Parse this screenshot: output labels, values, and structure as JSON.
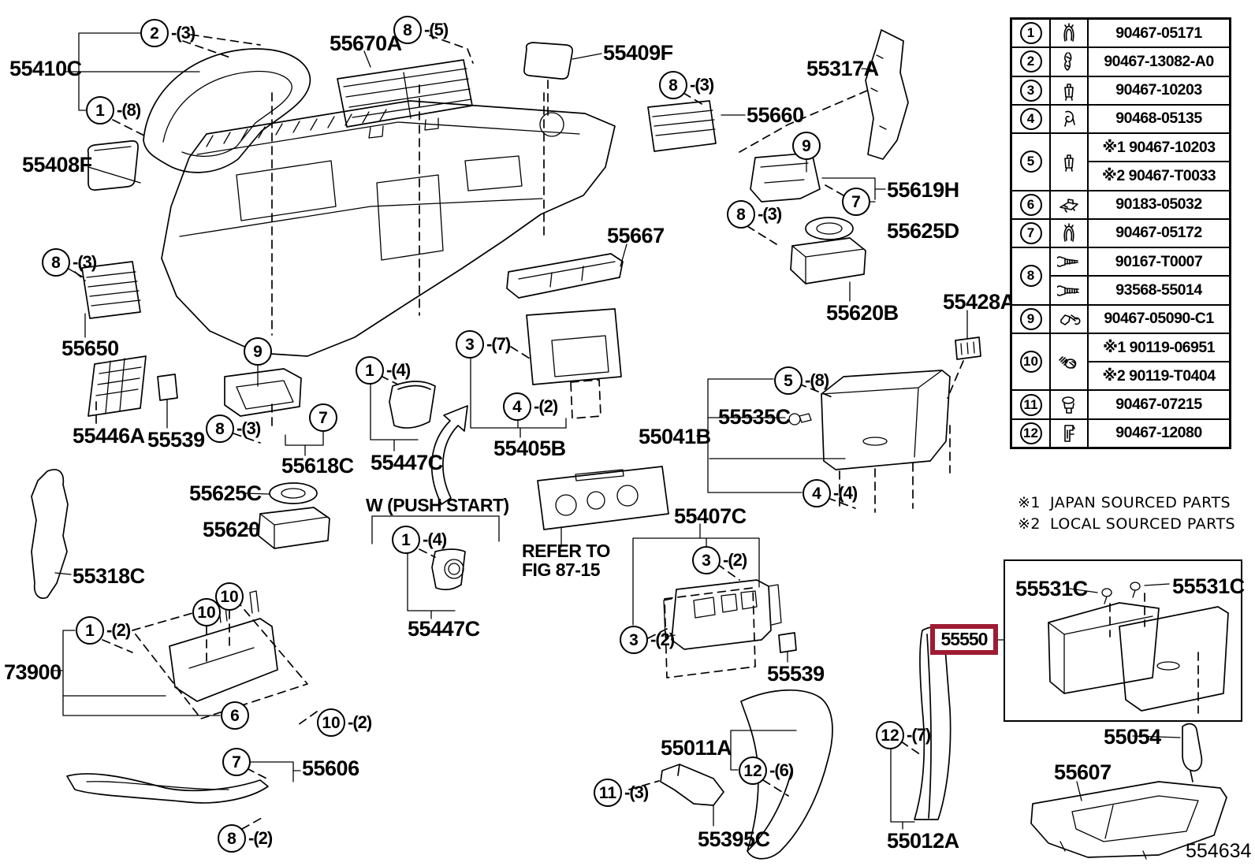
{
  "labels": {
    "l55410c": "55410C",
    "l55408f": "55408F",
    "l55670a": "55670A",
    "l55409f": "55409F",
    "l55660": "55660",
    "l55317a": "55317A",
    "l55619h": "55619H",
    "l55625d": "55625D",
    "l55620b": "55620B",
    "l55428a": "55428A",
    "l55650": "55650",
    "l55446a": "55446A",
    "l55539a": "55539",
    "l55618c": "55618C",
    "l55447ca": "55447C",
    "l55405b": "55405B",
    "l55667": "55667",
    "l55625c": "55625C",
    "l55620": "55620",
    "l55318c": "55318C",
    "lwpush": "W (PUSH START)",
    "l55447cb": "55447C",
    "lrefer1": "REFER TO",
    "lrefer2": "FIG 87-15",
    "l55535c": "55535C",
    "l55041b": "55041B",
    "l55407c": "55407C",
    "l55539b": "55539",
    "l73900": "73900",
    "l55606": "55606",
    "l55395c": "55395C",
    "l55011a": "55011A",
    "l55012a": "55012A",
    "l55531cl": "55531C",
    "l55531cr": "55531C",
    "l55054": "55054",
    "l55607": "55607",
    "l554634": "554634"
  },
  "highlight": {
    "part": "55550",
    "color": "#9e1b32"
  },
  "notes": {
    "n1_prefix": "※1",
    "n1_text": "JAPAN SOURCED PARTS",
    "n2_prefix": "※2",
    "n2_text": "LOCAL SOURCED PARTS"
  },
  "callouts": [
    {
      "num": "2",
      "qty": "-(3)"
    },
    {
      "num": "1",
      "qty": "-(8)"
    },
    {
      "num": "8",
      "qty": "-(5)"
    },
    {
      "num": "8",
      "qty": "-(3)"
    },
    {
      "num": "9",
      "qty": ""
    },
    {
      "num": "7",
      "qty": ""
    },
    {
      "num": "8",
      "qty": "-(3)"
    },
    {
      "num": "8",
      "qty": "-(3)"
    },
    {
      "num": "9",
      "qty": ""
    },
    {
      "num": "8",
      "qty": "-(3)"
    },
    {
      "num": "7",
      "qty": ""
    },
    {
      "num": "1",
      "qty": "-(4)"
    },
    {
      "num": "3",
      "qty": "-(7)"
    },
    {
      "num": "4",
      "qty": "-(2)"
    },
    {
      "num": "1",
      "qty": "-(4)"
    },
    {
      "num": "5",
      "qty": "-(8)"
    },
    {
      "num": "4",
      "qty": "-(4)"
    },
    {
      "num": "3",
      "qty": "-(2)"
    },
    {
      "num": "3",
      "qty": "-(2)"
    },
    {
      "num": "1",
      "qty": "-(2)"
    },
    {
      "num": "10",
      "qty": ""
    },
    {
      "num": "10",
      "qty": ""
    },
    {
      "num": "6",
      "qty": ""
    },
    {
      "num": "10",
      "qty": "-(2)"
    },
    {
      "num": "7",
      "qty": ""
    },
    {
      "num": "8",
      "qty": "-(2)"
    },
    {
      "num": "11",
      "qty": "-(3)"
    },
    {
      "num": "12",
      "qty": "-(6)"
    },
    {
      "num": "12",
      "qty": "-(7)"
    }
  ],
  "table": {
    "rows": [
      {
        "num": "1",
        "parts": [
          "90467-05171"
        ]
      },
      {
        "num": "2",
        "parts": [
          "90467-13082-A0"
        ]
      },
      {
        "num": "3",
        "parts": [
          "90467-10203"
        ]
      },
      {
        "num": "4",
        "parts": [
          "90468-05135"
        ]
      },
      {
        "num": "5",
        "parts": [
          "※1 90467-10203",
          "※2 90467-T0033"
        ]
      },
      {
        "num": "6",
        "parts": [
          "90183-05032"
        ]
      },
      {
        "num": "7",
        "parts": [
          "90467-05172"
        ]
      },
      {
        "num": "8",
        "parts": [
          "90167-T0007",
          "93568-55014"
        ]
      },
      {
        "num": "9",
        "parts": [
          "90467-05090-C1"
        ]
      },
      {
        "num": "10",
        "parts": [
          "※1 90119-06951",
          "※2 90119-T0404"
        ]
      },
      {
        "num": "11",
        "parts": [
          "90467-07215"
        ]
      },
      {
        "num": "12",
        "parts": [
          "90467-12080"
        ]
      }
    ]
  }
}
